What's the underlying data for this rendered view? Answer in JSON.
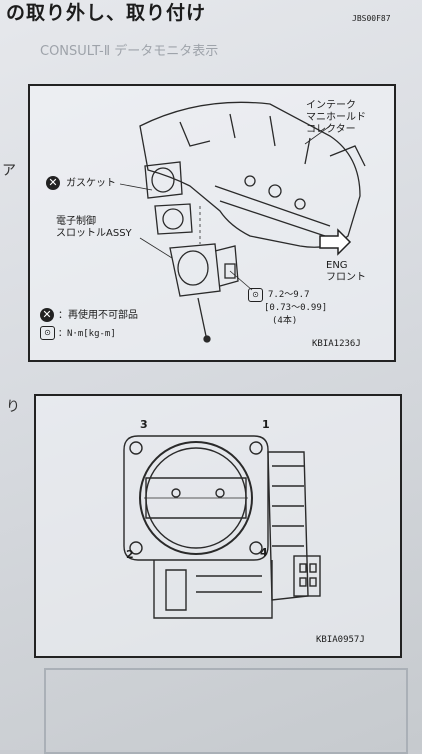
{
  "page": {
    "title": "の取り外し、取り付け",
    "doc_code": "JBS00F87",
    "margin_left_top": "ア",
    "margin_left_mid": "り"
  },
  "figure1": {
    "label_intake": "インテーク\nマニホールド\nコレクター",
    "label_gasket": "ガスケット",
    "label_throttle": "電子制御\nスロットルASSY",
    "label_front": "ENG\nフロント",
    "torque_value": "7.2～9.7",
    "torque_kg": "[0.73～0.99]",
    "torque_qty": "(4本)",
    "legend_reuse": "：再使用不可部品",
    "legend_unit": "：N·m[kg-m]",
    "fig_code": "KBIA1236J"
  },
  "figure2": {
    "bolt_numbers": [
      "1",
      "2",
      "3",
      "4"
    ],
    "fig_code": "KBIA0957J"
  }
}
